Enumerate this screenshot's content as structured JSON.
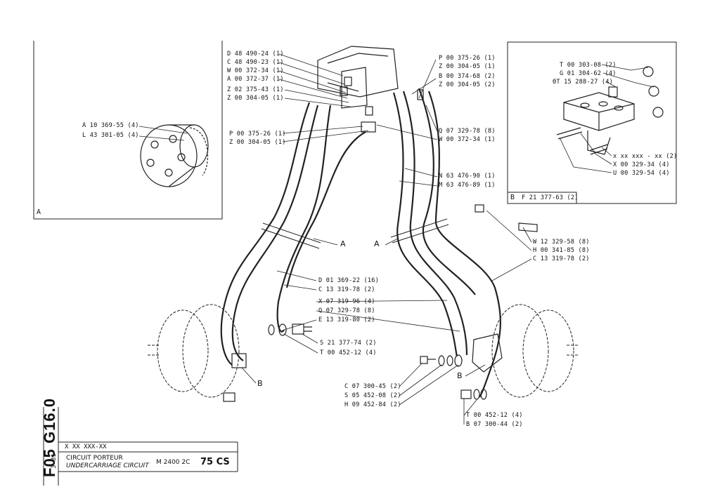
{
  "sheet": {
    "ref_code": "F05 G16.0",
    "date": "3-81",
    "part_number": "X XX XXX-XX",
    "title_fr": "CIRCUIT PORTEUR",
    "title_en": "UNDERCARRIAGE CIRCUIT",
    "model": "M 2400  2C",
    "variant": "75 CS"
  },
  "detail_a": {
    "tag": "A",
    "labels": [
      "A 10 369-55 (4)",
      "L 43 301-05 (4)"
    ]
  },
  "detail_b": {
    "tag": "B",
    "caption": "F 21  377-63 (2)",
    "labels": [
      "T 00 303-08 (2)",
      "G 01 304-62 (4)",
      "ΘT 15 288-27 (4)",
      "x  xx  xxx - xx (2)",
      "X 00 329-34 (4)",
      "U 00 329-54 (4)"
    ]
  },
  "main": {
    "top_left_labels": [
      "D 48 490-24 (1)",
      "C 48 490-23 (1)",
      "W 00 372-34 (1)",
      "A 00 372-37 (1)",
      "Z 02 375-43 (1)",
      "Z 00 304-05 (1)"
    ],
    "top_right_labels": [
      "P 00 375-26 (1)",
      "Z 00 304-05 (1)",
      "B 00 374-68 (2)",
      "Z 00 304-05 (2)"
    ],
    "mid_left_labels": [
      "P 00 375-26 (1)",
      "Z 00 304-05 (1)"
    ],
    "mid_right_labels": [
      "Q 07 329-78 (8)",
      "W 00 372-34 (1)",
      "N 63 476-90 (1)",
      "M 63 476-89 (1)"
    ],
    "right_labels": [
      "W 12 329-58 (8)",
      "H 00 341-85 (8)",
      "C 13 319-78 (2)"
    ],
    "center_labels": [
      "D 01 369-22 (16)",
      "C 13 319-78 (2)",
      "X 07 319-96 (4)",
      "Q 07 329-78 (8)",
      "E 13 319-80 (2)"
    ],
    "low_center_labels": [
      "S 21 377-74 (2)",
      "T 00 452-12 (4)"
    ],
    "bottom_center_labels": [
      "C 07 300-45 (2)",
      "S 05 452-08 (2)",
      "H 09 452-84 (2)"
    ],
    "bottom_right_labels": [
      "T 00 452-12 (4)",
      "B 07 300-44 (2)"
    ],
    "section_tags": [
      "A",
      "A",
      "B",
      "B"
    ]
  }
}
